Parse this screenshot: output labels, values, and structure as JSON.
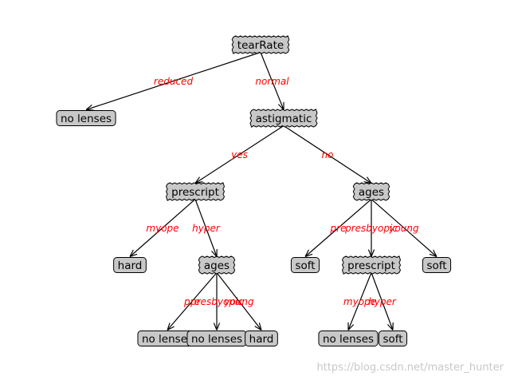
{
  "colors": {
    "node_fill": "#c8c8c8",
    "edge_label": "#ff0000",
    "arrow": "#000000"
  },
  "watermark": "https://blog.csdn.net/master_hunter",
  "nodes": [
    {
      "id": "tearRate",
      "label": "tearRate",
      "kind": "decision"
    },
    {
      "id": "no-lenses-1",
      "label": "no lenses",
      "kind": "leaf"
    },
    {
      "id": "astigmatic",
      "label": "astigmatic",
      "kind": "decision"
    },
    {
      "id": "prescript-1",
      "label": "prescript",
      "kind": "decision"
    },
    {
      "id": "ages-1",
      "label": "ages",
      "kind": "decision"
    },
    {
      "id": "hard-1",
      "label": "hard",
      "kind": "leaf"
    },
    {
      "id": "ages-2",
      "label": "ages",
      "kind": "decision"
    },
    {
      "id": "soft-1",
      "label": "soft",
      "kind": "leaf"
    },
    {
      "id": "prescript-2",
      "label": "prescript",
      "kind": "decision"
    },
    {
      "id": "soft-2",
      "label": "soft",
      "kind": "leaf"
    },
    {
      "id": "no-lenses-2",
      "label": "no lenses",
      "kind": "leaf"
    },
    {
      "id": "no-lenses-3",
      "label": "no lenses",
      "kind": "leaf"
    },
    {
      "id": "hard-2",
      "label": "hard",
      "kind": "leaf"
    },
    {
      "id": "no-lenses-4",
      "label": "no lenses",
      "kind": "leaf"
    },
    {
      "id": "soft-3",
      "label": "soft",
      "kind": "leaf"
    }
  ],
  "edges": [
    {
      "from": "tearRate",
      "to": "no-lenses-1",
      "label": "reduced"
    },
    {
      "from": "tearRate",
      "to": "astigmatic",
      "label": "normal"
    },
    {
      "from": "astigmatic",
      "to": "prescript-1",
      "label": "yes"
    },
    {
      "from": "astigmatic",
      "to": "ages-1",
      "label": "no"
    },
    {
      "from": "prescript-1",
      "to": "hard-1",
      "label": "myope"
    },
    {
      "from": "prescript-1",
      "to": "ages-2",
      "label": "hyper"
    },
    {
      "from": "ages-1",
      "to": "soft-1",
      "label": "pre"
    },
    {
      "from": "ages-1",
      "to": "prescript-2",
      "label": "presbyopic"
    },
    {
      "from": "ages-1",
      "to": "soft-2",
      "label": "young"
    },
    {
      "from": "ages-2",
      "to": "no-lenses-2",
      "label": "pre"
    },
    {
      "from": "ages-2",
      "to": "no-lenses-3",
      "label": "presbyopic"
    },
    {
      "from": "ages-2",
      "to": "hard-2",
      "label": "young"
    },
    {
      "from": "prescript-2",
      "to": "no-lenses-4",
      "label": "myope"
    },
    {
      "from": "prescript-2",
      "to": "soft-3",
      "label": "hyper"
    }
  ]
}
